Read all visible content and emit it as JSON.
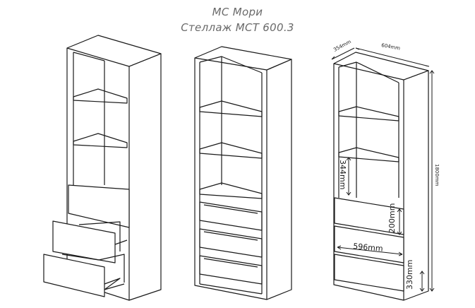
{
  "title": {
    "line1": "МС Мори",
    "line2": "Стеллаж МСТ 600.3"
  },
  "dimensions": {
    "depth": "354mm",
    "width": "604mm",
    "height": "1800mm",
    "shelf_gap": "344mm",
    "drawer_front": "200mm",
    "inner_width": "596mm",
    "plinth": "330mm"
  },
  "colors": {
    "line": "#1a1a1a",
    "title": "#6a6a6a",
    "background": "#ffffff"
  }
}
